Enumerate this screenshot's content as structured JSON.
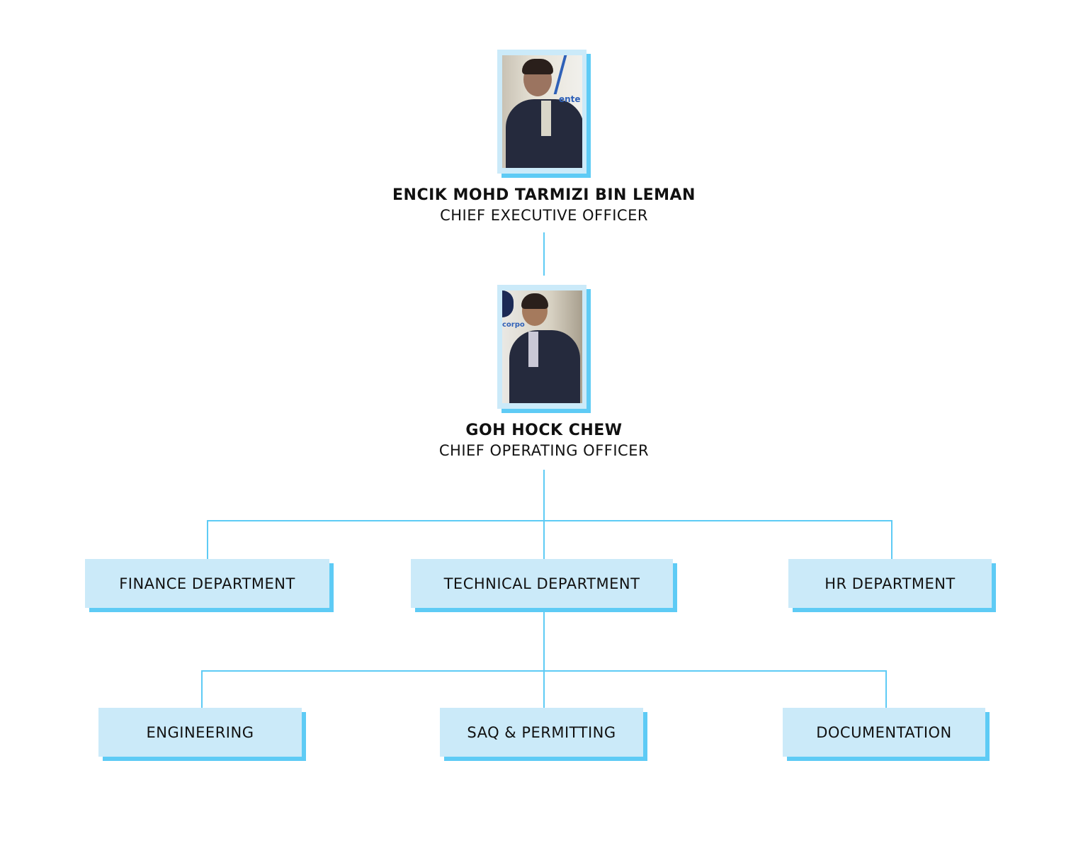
{
  "ceo": {
    "name": "ENCIK MOHD TARMIZI BIN LEMAN",
    "title": "CHIEF EXECUTIVE OFFICER"
  },
  "coo": {
    "name": "GOH HOCK CHEW",
    "title": "CHIEF OPERATING OFFICER"
  },
  "departments": [
    {
      "label": "FINANCE DEPARTMENT"
    },
    {
      "label": "TECHNICAL DEPARTMENT"
    },
    {
      "label": "HR DEPARTMENT"
    }
  ],
  "technical_units": [
    {
      "label": "ENGINEERING"
    },
    {
      "label": "SAQ & PERMITTING"
    },
    {
      "label": "DOCUMENTATION"
    }
  ],
  "colors": {
    "box_fill": "#cbeaf9",
    "accent": "#5ecbf5",
    "text": "#111111"
  }
}
